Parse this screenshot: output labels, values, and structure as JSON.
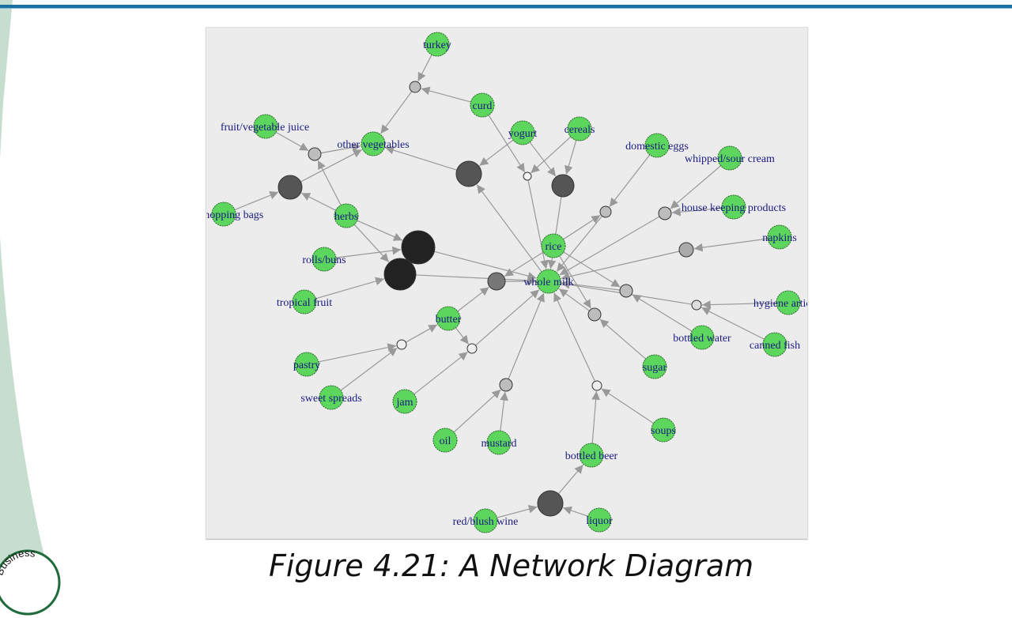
{
  "slide": {
    "caption": "Figure 4.21: A Network Diagram",
    "logo_text": "Business"
  },
  "colors": {
    "accent": "#1a6fa3",
    "item_node": "#5cd65c",
    "label": "#1a1a80",
    "edge": "#999999",
    "panel": "#ececec"
  },
  "network": {
    "items": [
      {
        "id": "turkey",
        "label": "turkey"
      },
      {
        "id": "curd",
        "label": "curd"
      },
      {
        "id": "yogurt",
        "label": "yogurt"
      },
      {
        "id": "cereals",
        "label": "cereals"
      },
      {
        "id": "fvjuice",
        "label": "fruit/vegetable juice"
      },
      {
        "id": "othveg",
        "label": "other vegetables"
      },
      {
        "id": "eggs",
        "label": "domestic eggs"
      },
      {
        "id": "cream",
        "label": "whipped/sour cream"
      },
      {
        "id": "bags",
        "label": "shopping bags"
      },
      {
        "id": "herbs",
        "label": "herbs"
      },
      {
        "id": "house",
        "label": "house keeping products"
      },
      {
        "id": "napkins",
        "label": "napkins"
      },
      {
        "id": "rice",
        "label": "rice"
      },
      {
        "id": "rolls",
        "label": "rolls/buns"
      },
      {
        "id": "milk",
        "label": "whole milk"
      },
      {
        "id": "tropical",
        "label": "tropical fruit"
      },
      {
        "id": "hygiene",
        "label": "hygiene articles"
      },
      {
        "id": "butter",
        "label": "butter"
      },
      {
        "id": "water",
        "label": "bottled water"
      },
      {
        "id": "fish",
        "label": "canned fish"
      },
      {
        "id": "sugar",
        "label": "sugar"
      },
      {
        "id": "pastry",
        "label": "pastry"
      },
      {
        "id": "spreads",
        "label": "sweet spreads"
      },
      {
        "id": "jam",
        "label": "jam"
      },
      {
        "id": "soups",
        "label": "soups"
      },
      {
        "id": "oil",
        "label": "oil"
      },
      {
        "id": "mustard",
        "label": "mustard"
      },
      {
        "id": "beer",
        "label": "bottled beer"
      },
      {
        "id": "wine",
        "label": "red/blush wine"
      },
      {
        "id": "liquor",
        "label": "liquor"
      }
    ],
    "rules": [
      {
        "id": "r1",
        "lhs": [
          "turkey",
          "curd"
        ],
        "rhs": "othveg"
      },
      {
        "id": "r2",
        "lhs": [
          "fvjuice",
          "herbs"
        ],
        "rhs": "othveg"
      },
      {
        "id": "r3",
        "lhs": [
          "bags",
          "herbs"
        ],
        "rhs": "othveg"
      },
      {
        "id": "r4",
        "lhs": [
          "yogurt",
          "milk"
        ],
        "rhs": "othveg"
      },
      {
        "id": "r5",
        "lhs": [
          "curd",
          "cereals"
        ],
        "rhs": "milk"
      },
      {
        "id": "r6",
        "lhs": [
          "yogurt",
          "cereals"
        ],
        "rhs": "milk"
      },
      {
        "id": "r7",
        "lhs": [
          "eggs",
          "rice"
        ],
        "rhs": "milk"
      },
      {
        "id": "r8",
        "lhs": [
          "cream",
          "house"
        ],
        "rhs": "milk"
      },
      {
        "id": "r9",
        "lhs": [
          "napkins"
        ],
        "rhs": "milk"
      },
      {
        "id": "r10",
        "lhs": [
          "herbs",
          "rolls"
        ],
        "rhs": "milk"
      },
      {
        "id": "r11",
        "lhs": [
          "herbs",
          "tropical"
        ],
        "rhs": "milk"
      },
      {
        "id": "r12",
        "lhs": [
          "butter",
          "rice"
        ],
        "rhs": "milk"
      },
      {
        "id": "r13",
        "lhs": [
          "water",
          "rice"
        ],
        "rhs": "milk"
      },
      {
        "id": "r14",
        "lhs": [
          "hygiene",
          "fish"
        ],
        "rhs": "milk"
      },
      {
        "id": "r15",
        "lhs": [
          "sugar",
          "rice"
        ],
        "rhs": "milk"
      },
      {
        "id": "r16",
        "lhs": [
          "pastry",
          "spreads"
        ],
        "rhs": "butter"
      },
      {
        "id": "r17",
        "lhs": [
          "jam",
          "butter"
        ],
        "rhs": "milk"
      },
      {
        "id": "r18",
        "lhs": [
          "oil",
          "mustard"
        ],
        "rhs": "milk"
      },
      {
        "id": "r19",
        "lhs": [
          "soups",
          "beer"
        ],
        "rhs": "milk"
      },
      {
        "id": "r20",
        "lhs": [
          "wine",
          "liquor"
        ],
        "rhs": "beer"
      }
    ]
  }
}
